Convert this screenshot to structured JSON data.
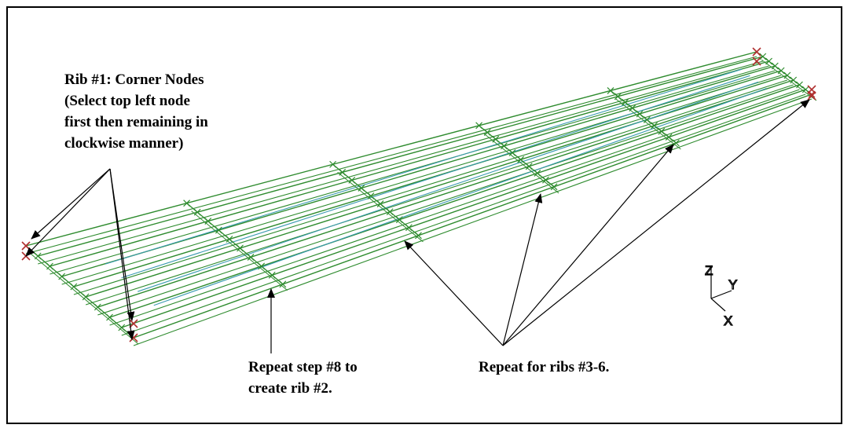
{
  "annotations": {
    "rib1_lines": [
      "Rib #1: Corner Nodes",
      "(Select top left node",
      "first then remaining in",
      "clockwise manner)"
    ],
    "step8_lines": [
      "Repeat step #8 to",
      "create rib #2."
    ],
    "ribs36_label": "Repeat for ribs #3-6."
  },
  "triad": {
    "z": "Z",
    "y": "Y",
    "x": "X"
  },
  "colors": {
    "mesh_green": "#2e8b2e",
    "spar_blue": "#3a9ab0",
    "node_red": "#b03030",
    "arrow": "#000000"
  }
}
